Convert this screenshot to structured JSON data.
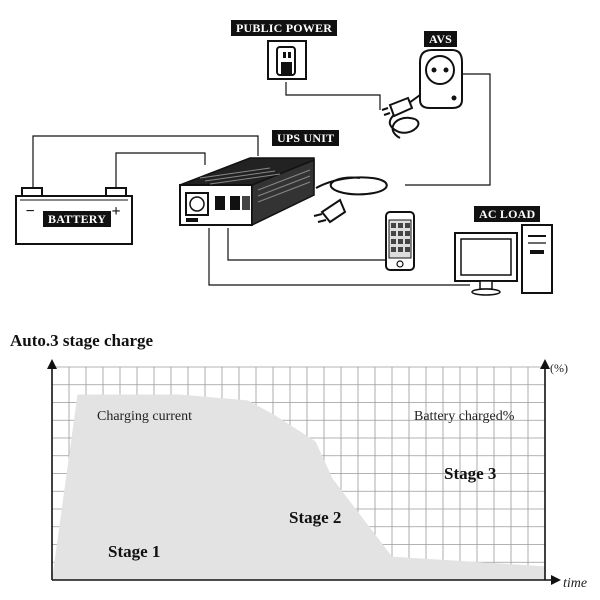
{
  "diagram": {
    "labels": {
      "public_power": "PUBLIC POWER",
      "avs": "AVS",
      "ups_unit": "UPS UNIT",
      "battery": "BATTERY",
      "ac_load": "AC LOAD",
      "battery_minus": "−",
      "battery_plus": "+"
    }
  },
  "chart_data": {
    "type": "area",
    "title": "Auto.3 stage charge",
    "xlabel": "time",
    "ylabel": "(%)",
    "series": [
      {
        "name": "Charging current",
        "x": [
          0,
          1.5,
          7.5,
          11.5,
          13,
          15.5,
          16.5,
          20,
          29
        ],
        "y": [
          0,
          95,
          95,
          92,
          85,
          71,
          52,
          12,
          7
        ]
      }
    ],
    "annotations": [
      "Charging current",
      "Battery charged%",
      "Stage 1",
      "Stage 2",
      "Stage 3"
    ],
    "grid": true,
    "xlim": [
      0,
      29
    ],
    "ylim": [
      0,
      12
    ]
  }
}
